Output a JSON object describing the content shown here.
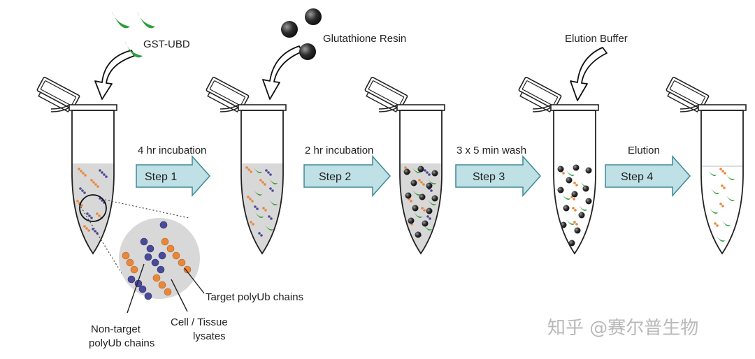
{
  "reagents": {
    "gst_ubd": "GST-UBD",
    "resin": "Glutathione Resin",
    "elution_buffer": "Elution Buffer"
  },
  "steps": [
    {
      "label": "Step 1",
      "caption": "4 hr incubation"
    },
    {
      "label": "Step 2",
      "caption": "2 hr incubation"
    },
    {
      "label": "Step 3",
      "caption": "3 x 5 min wash"
    },
    {
      "label": "Step 4",
      "caption": "Elution"
    }
  ],
  "inset": {
    "target": "Target polyUb chains",
    "non_target_line1": "Non-target",
    "non_target_line2": "polyUb chains",
    "lysate_line1": "Cell / Tissue",
    "lysate_line2": "lysates"
  },
  "watermark": "知乎 @赛尔普生物",
  "colors": {
    "gst_green": "#2e9e3a",
    "resin_black": "#2a2a2a",
    "target_orange": "#e8873a",
    "non_target_purple": "#4a4a9a",
    "arrow_fill": "#bfe0e4",
    "arrow_stroke": "#3c8a96",
    "lysate_gray": "#d8d8d8"
  }
}
